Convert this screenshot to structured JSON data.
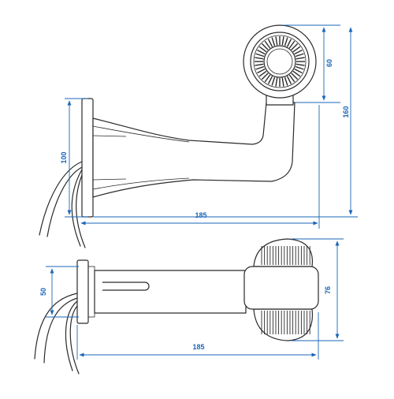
{
  "colors": {
    "dimension": "#1a66b8",
    "outline": "#2a2a2a",
    "background": "#ffffff"
  },
  "side_view": {
    "dims": {
      "height_lamp": "60",
      "height_total": "160",
      "height_base": "100",
      "length": "185"
    }
  },
  "top_view": {
    "dims": {
      "width_base": "50",
      "width_lamp": "76",
      "length": "185"
    }
  }
}
